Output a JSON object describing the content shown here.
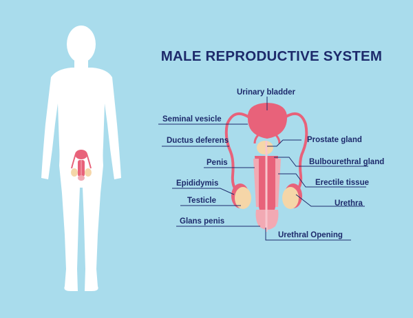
{
  "title": "MALE REPRODUCTIVE SYSTEM",
  "labels": {
    "urinary_bladder": "Urinary bladder",
    "seminal_vesicle": "Seminal vesicle",
    "ductus_deferens": "Ductus deferens",
    "penis": "Penis",
    "epididymis": "Epididymis",
    "testicle": "Testicle",
    "glans_penis": "Glans penis",
    "prostate_gland": "Prostate gland",
    "bulbourethral_gland": "Bulbourethral gland",
    "erectile_tissue": "Erectile tissue",
    "urethra": "Urethra",
    "urethral_opening": "Urethral Opening"
  },
  "colors": {
    "background": "#a9dcec",
    "silhouette": "#ffffff",
    "organ_pink": "#e8627a",
    "organ_light_pink": "#f2a9b3",
    "testicle_beige": "#f5d6a8",
    "text_navy": "#1d2a6b"
  }
}
